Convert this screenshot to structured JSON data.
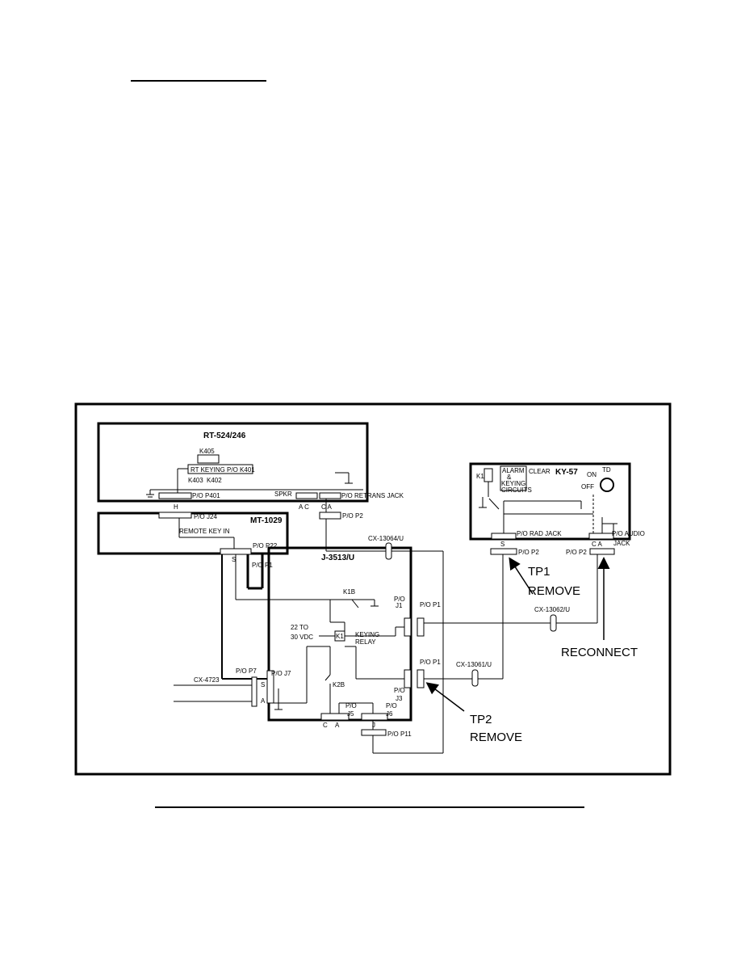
{
  "page": {
    "top_rule": "",
    "bottom_rule": ""
  },
  "diagram": {
    "units": {
      "rt": {
        "title": "RT-524/246",
        "k405": "K405",
        "keying": "RT KEYING P/O K401",
        "k403": "K403",
        "k402": "K402",
        "p401": "P/O P401",
        "h": "H",
        "spkr": "SPKR",
        "ac": "A C",
        "ca": "C  A",
        "retrans": "P/O RETRANS JACK"
      },
      "mt": {
        "title": "MT-1029",
        "j24": "P/O J24",
        "remote": "REMOTE KEY IN",
        "p22": "P/O P22",
        "s": "S"
      },
      "j3513": {
        "title": "J-3513/U",
        "pop1": "P/O P1",
        "j1": "P/O\nJ1",
        "k1b": "K1B",
        "v22": "22 TO",
        "v30": "30 VDC",
        "k1": "K1",
        "keying": "KEYING",
        "relay": "RELAY",
        "k2b": "K2B",
        "j7": "P/O J7",
        "p7": "P/O P7",
        "j5a": "P/O",
        "j5b": "J5",
        "j6a": "P/O",
        "j6b": "J6",
        "c": "C",
        "a": "A",
        "j": "J",
        "j3a": "P/O",
        "j3b": "J3",
        "p11": "P/O P11"
      },
      "ky": {
        "title": "KY-57",
        "alarm": "ALARM",
        "amp": "&",
        "keying": "KEYING",
        "circuits": "CIRCUITS",
        "clear": "CLEAR",
        "k1": "K1",
        "on": "ON",
        "td": "TD",
        "off": "OFF",
        "radjack": "P/O RAD JACK",
        "s": "S",
        "ca": "C A",
        "audio": "P/O AUDIO",
        "jack": "JACK"
      }
    },
    "cables": {
      "cx13064": "CX-13064/U",
      "cx13062": "CX-13062/U",
      "cx13061": "CX-13061/U",
      "cx4723": "CX-4723",
      "p2_rt": "P/O P2",
      "p2_ky_s": "P/O P2",
      "p2_ky_ca": "P/O P2",
      "p1_j1": "P/O P1",
      "p1_j3": "P/O P1",
      "s": "S",
      "a": "A"
    },
    "callouts": {
      "tp1_a": "TP1",
      "tp1_b": "REMOVE",
      "tp2_a": "TP2",
      "tp2_b": "REMOVE",
      "reconnect": "RECONNECT"
    }
  }
}
